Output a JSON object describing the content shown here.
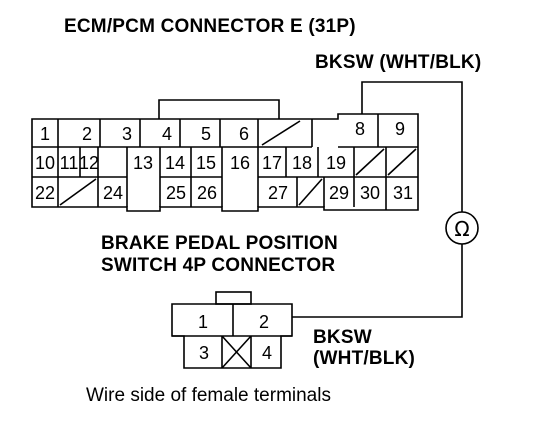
{
  "title": "ECM/PCM CONNECTOR E (31P)",
  "wire_label_top": "BKSW (WHT/BLK)",
  "switch_label": [
    "BRAKE PEDAL POSITION",
    "SWITCH 4P CONNECTOR"
  ],
  "wire_label_bottom": [
    "BKSW",
    "(WHT/BLK)"
  ],
  "meter_symbol": "Ω",
  "footer": "Wire side of female terminals",
  "ecm_pins": {
    "row1": [
      "1",
      "2",
      "3",
      "4",
      "5",
      "6",
      "",
      "8",
      "9"
    ],
    "row2": [
      "10",
      "11",
      "12",
      "13",
      "14",
      "15",
      "16",
      "17",
      "18",
      "19",
      ""
    ],
    "row3": [
      "22",
      "",
      "24",
      "25",
      "26",
      "27",
      "",
      "29",
      "30",
      "31"
    ]
  },
  "switch_pins": [
    "1",
    "2",
    "3",
    "4"
  ]
}
